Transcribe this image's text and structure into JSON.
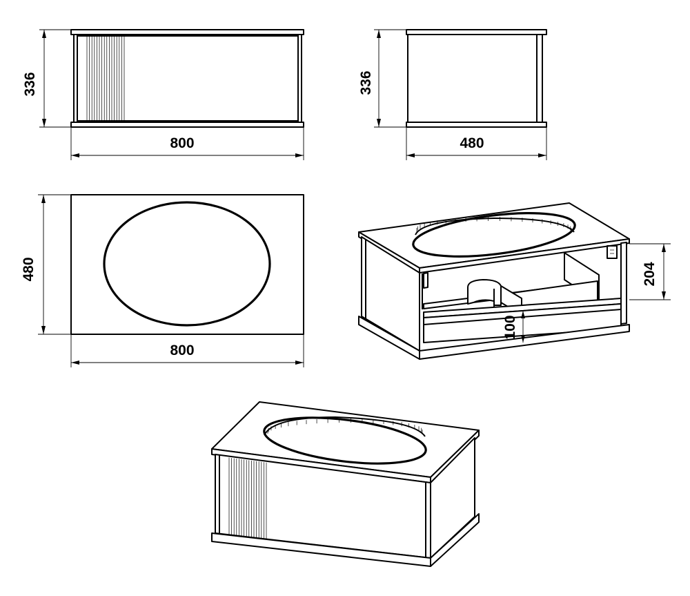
{
  "drawing": {
    "views": [
      {
        "name": "front-view",
        "dims": {
          "height": "336",
          "width": "800"
        }
      },
      {
        "name": "side-view",
        "dims": {
          "height": "336",
          "width": "480"
        }
      },
      {
        "name": "top-view",
        "dims": {
          "depth": "480",
          "width": "800"
        }
      },
      {
        "name": "open-drawer-isometric",
        "dims": {
          "drawer_height": "204",
          "inner_height": "100"
        }
      },
      {
        "name": "closed-isometric",
        "dims": {}
      }
    ]
  }
}
